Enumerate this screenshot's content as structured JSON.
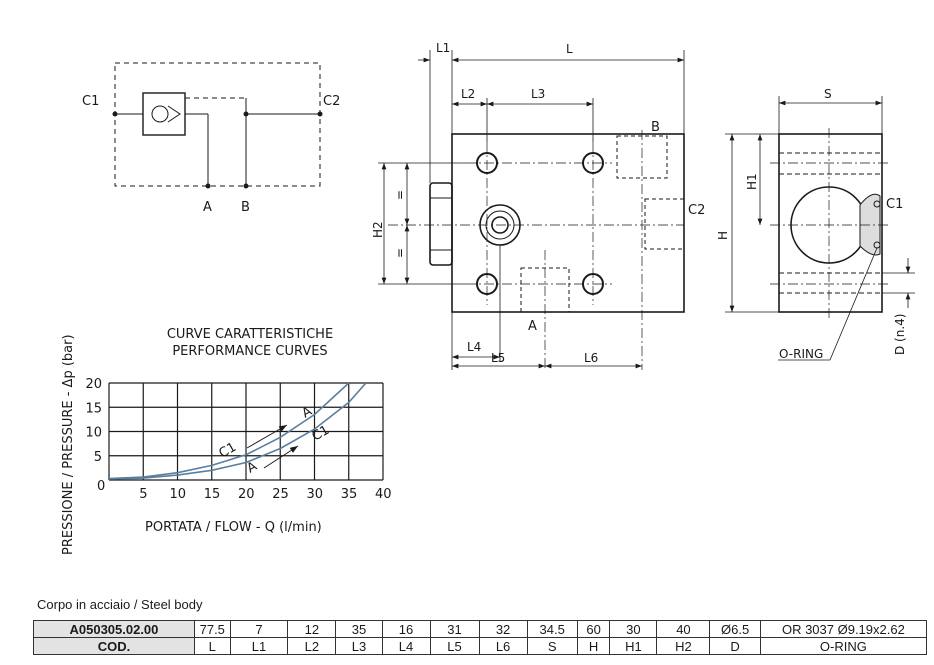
{
  "schematic": {
    "ports": [
      "C1",
      "C2",
      "A",
      "B"
    ]
  },
  "front_view": {
    "labels": [
      "L1",
      "L",
      "L2",
      "L3",
      "B",
      "C2",
      "H2",
      "=",
      "=",
      "A",
      "L4",
      "L5",
      "L6"
    ]
  },
  "side_view": {
    "labels": [
      "S",
      "H1",
      "H",
      "C1",
      "D (n.4)",
      "O-RING"
    ]
  },
  "chart_data": {
    "type": "line",
    "title": "CURVE CARATTERISTICHE",
    "subtitle": "PERFORMANCE CURVES",
    "xlabel": "PORTATA / FLOW - Q (l/min)",
    "ylabel": "PRESSIONE / PRESSURE - Δp (bar)",
    "xlim": [
      0,
      40
    ],
    "ylim": [
      0,
      20
    ],
    "xticks": [
      "0",
      "5",
      "10",
      "15",
      "20",
      "25",
      "30",
      "35",
      "40"
    ],
    "yticks": [
      "5",
      "10",
      "15",
      "20"
    ],
    "grid": true,
    "series": [
      {
        "name": "C1 → A",
        "x": [
          0,
          5,
          10,
          15,
          20,
          25,
          30,
          35
        ],
        "y": [
          0.3,
          0.6,
          1.5,
          3,
          5.2,
          8.8,
          13.5,
          20
        ]
      },
      {
        "name": "A → C1",
        "x": [
          0,
          5,
          10,
          15,
          20,
          25,
          30,
          35,
          37.5
        ],
        "y": [
          0.2,
          0.4,
          1,
          2,
          3.6,
          6.5,
          10.5,
          16,
          20
        ]
      }
    ],
    "annotations": {
      "upper_from": "C1",
      "upper_to": "A",
      "lower_from": "A",
      "lower_to": "C1"
    },
    "color": "#5a7f9e"
  },
  "table": {
    "caption": "Corpo in acciaio / Steel body",
    "values": [
      "A050305.02.00",
      "77.5",
      "7",
      "12",
      "35",
      "16",
      "31",
      "32",
      "34.5",
      "60",
      "30",
      "40",
      "Ø6.5",
      "OR 3037 Ø9.19x2.62"
    ],
    "headers": [
      "COD.",
      "L",
      "L1",
      "L2",
      "L3",
      "L4",
      "L5",
      "L6",
      "S",
      "H",
      "H1",
      "H2",
      "D",
      "O-RING"
    ]
  }
}
